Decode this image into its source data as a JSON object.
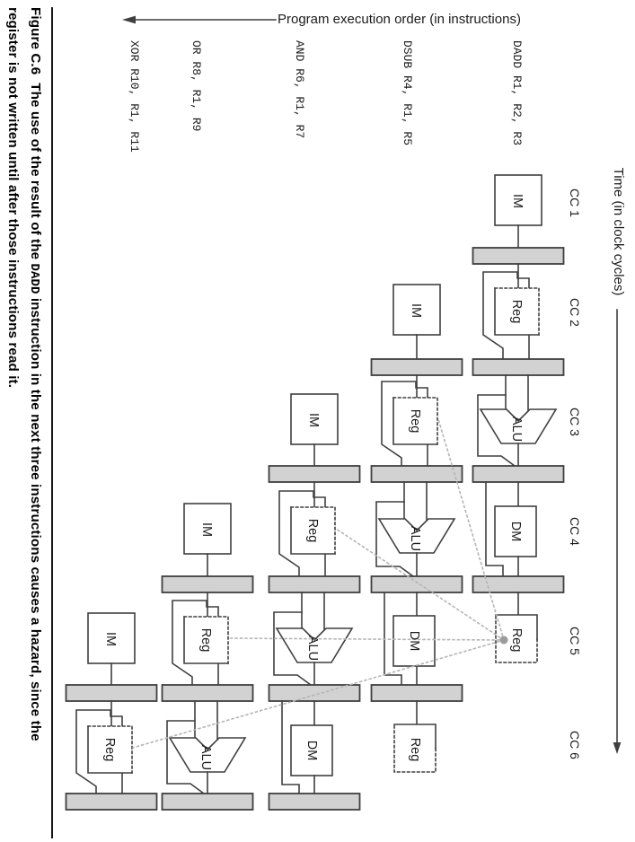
{
  "caption": {
    "figure_label": "Figure C.6",
    "text_before_code": "The use of the result of the",
    "code_term": "DADD",
    "text_after_code": "instruction in the next three instructions causes a hazard, since the",
    "line2": "register is not written until after those instructions read it."
  },
  "program_axis": {
    "label": "Program execution order (in instructions)"
  },
  "time_axis": {
    "label": "Time (in clock cycles)",
    "clock_cycles": [
      "CC 1",
      "CC 2",
      "CC 3",
      "CC 4",
      "CC 5",
      "CC 6"
    ]
  },
  "instructions": [
    {
      "assembly": "DADD R1, R2, R3",
      "stages": [
        "IM",
        "Reg",
        "ALU",
        "DM",
        "Reg"
      ]
    },
    {
      "assembly": "DSUB R4, R1, R5",
      "stages": [
        "IM",
        "Reg",
        "ALU",
        "DM",
        "Reg"
      ]
    },
    {
      "assembly": "AND R6, R1, R7",
      "stages": [
        "IM",
        "Reg",
        "ALU",
        "DM"
      ]
    },
    {
      "assembly": "OR R8, R1, R9",
      "stages": [
        "IM",
        "Reg",
        "ALU"
      ]
    },
    {
      "assembly": "XOR R10, R1, R11",
      "stages": [
        "IM",
        "Reg"
      ]
    }
  ],
  "colors": {
    "pipeline_bar_fill": "#d2d2d2",
    "diagram_line": "#3f3f3f",
    "hazard_dot": "#9a9a9a",
    "hazard_line": "#b5b5b5"
  }
}
